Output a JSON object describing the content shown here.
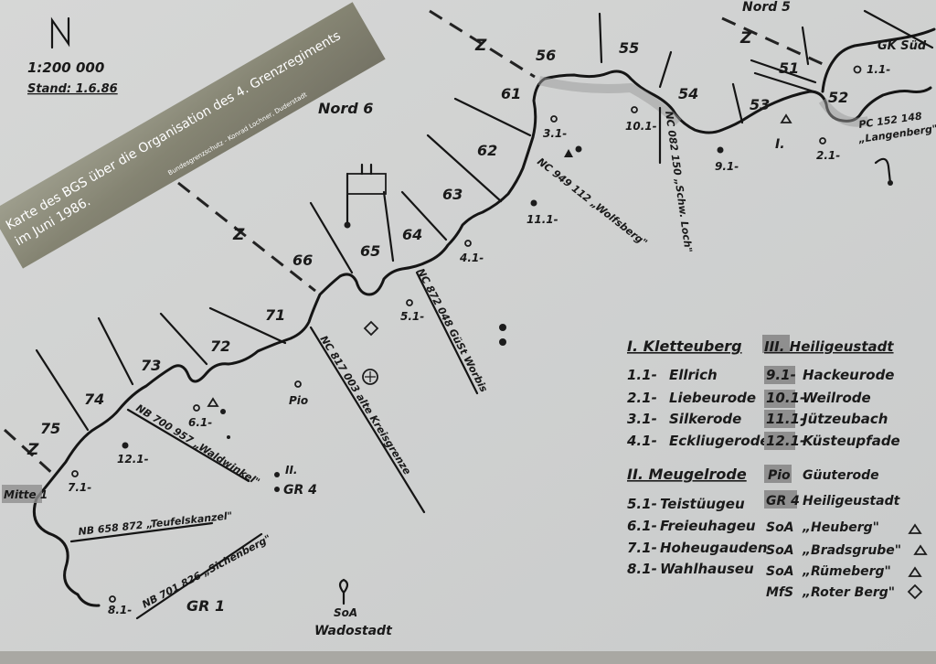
{
  "map_header": {
    "north": "N",
    "scale": "1:200 000",
    "stand": "Stand: 1.6.86"
  },
  "caption": {
    "main_line1": "Karte des BGS über die Organisation des 4. Grenzregiments",
    "main_line2": "im Juni 1986.",
    "credit": "Bundesgrenzschutz - Konrad Lochner, Duderstadt"
  },
  "sectors": {
    "nord6": "Nord 6",
    "nord5": "Nord 5",
    "mitte1": "Mitte 1",
    "gk_sued": "GK Süd",
    "gr1": "GR 1",
    "gr4": "GR 4",
    "roman_1": "I.",
    "roman_2": "II."
  },
  "boundary_letters": [
    "Z",
    "Z",
    "Z",
    "Z"
  ],
  "company_numbers": [
    "51",
    "52",
    "53",
    "54",
    "55",
    "56",
    "61",
    "62",
    "63",
    "64",
    "65",
    "66",
    "71",
    "72",
    "73",
    "74",
    "75"
  ],
  "posts": {
    "p1_1_top": "1.1-",
    "p2_1": "2.1-",
    "p3_1": "3.1-",
    "p4_1": "4.1-",
    "p5_1": "5.1-",
    "p6_1": "6.1-",
    "p7_1": "7.1-",
    "p8_1": "8.1-",
    "p9_1": "9.1-",
    "p10_1": "10.1-",
    "p11_1": "11.1-",
    "p12_1": "12.1-",
    "pio": "Pio"
  },
  "grid_refs": {
    "pc_line1": "PC 152 148",
    "pc_line2": "„Langenberg\"",
    "nc_082": "NC 082 150 „Schw. Loch\"",
    "nc_949": "NC 949 112 „Wolfsberg\"",
    "nc_872": "NC 872 048 GüSt Worbis",
    "nc_817": "NC 817 003 alte Kreisgrenze",
    "nb_700": "NB 700 957 „Waldwinkel\"",
    "nb_658": "NB 658 872 „Teufelskanzel\"",
    "nb_701": "NB 701 826 „Sichenberg\""
  },
  "soa_label": "SoA",
  "soa_place": "Wadostadt",
  "legend": {
    "i_title": "I. Kletteuberg",
    "i_items": [
      {
        "code": "1.1-",
        "name": "Ellrich"
      },
      {
        "code": "2.1-",
        "name": "Liebeurode"
      },
      {
        "code": "3.1-",
        "name": "Silkerode"
      },
      {
        "code": "4.1-",
        "name": "Eckliugerode"
      }
    ],
    "ii_title": "II. Meugelrode",
    "ii_items": [
      {
        "code": "5.1-",
        "name": "Teistüugeu"
      },
      {
        "code": "6.1-",
        "name": "Freieuhageu"
      },
      {
        "code": "7.1-",
        "name": "Hoheugauden"
      },
      {
        "code": "8.1-",
        "name": "Wahlhauseu"
      }
    ],
    "iii_title": "III. Heiligeustadt",
    "iii_items": [
      {
        "code": "9.1-",
        "name": "Hackeurode"
      },
      {
        "code": "10.1-",
        "name": "Weilrode"
      },
      {
        "code": "11.1-",
        "name": "Jützeubach"
      },
      {
        "code": "12.1-",
        "name": "Küsteupfade"
      }
    ],
    "right_items": [
      {
        "code": "Pio",
        "name": "Güuterode"
      },
      {
        "code": "GR 4",
        "name": "Heiligeustadt"
      },
      {
        "code": "SoA",
        "name": "„Heuberg\""
      },
      {
        "code": "SoA",
        "name": "„Bradsgrube\""
      },
      {
        "code": "SoA",
        "name": "„Rümeberg\""
      },
      {
        "code": "MfS",
        "name": "„Roter Berg\""
      }
    ]
  },
  "colors": {
    "paper": "#d2d4d4",
    "ink": "#1a1a1a",
    "caption_overlay": "#8a8870"
  }
}
